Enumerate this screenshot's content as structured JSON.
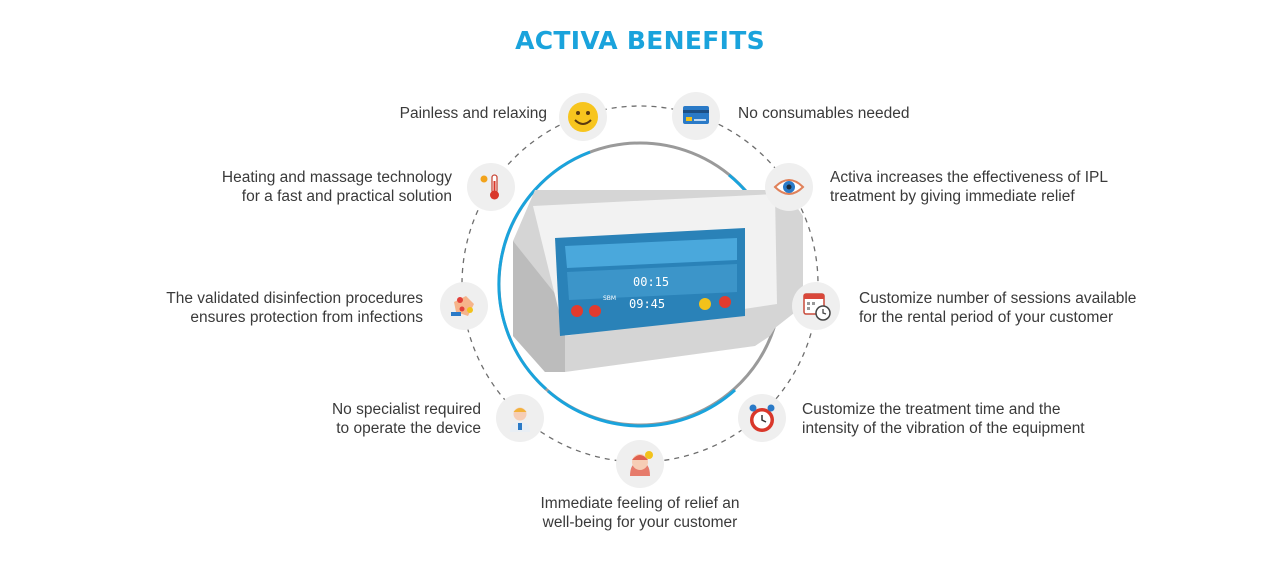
{
  "title": "ACTIVA BENEFITS",
  "colors": {
    "accent": "#1aa3dc",
    "ring_gray": "#9a9a9a",
    "dashed": "#6e6e6e",
    "icon_bg": "#efefef"
  },
  "benefits": [
    {
      "icon": "smiley-icon",
      "lines": [
        "Painless and relaxing"
      ]
    },
    {
      "icon": "credit-card-icon",
      "lines": [
        "No consumables needed"
      ]
    },
    {
      "icon": "eye-icon",
      "lines": [
        "Activa increases the effectiveness of IPL",
        "treatment by giving immediate relief"
      ]
    },
    {
      "icon": "calendar-clock-icon",
      "lines": [
        "Customize number of sessions available",
        "for the rental period of your customer"
      ]
    },
    {
      "icon": "alarm-clock-icon",
      "lines": [
        "Customize the treatment time and the",
        "intensity of the vibration of the equipment"
      ]
    },
    {
      "icon": "relaxed-woman-icon",
      "lines": [
        "Immediate feeling of relief an",
        "well-being for your customer"
      ]
    },
    {
      "icon": "doctor-icon",
      "lines": [
        "No specialist required",
        "to operate the device"
      ]
    },
    {
      "icon": "disinfection-hands-icon",
      "lines": [
        "The validated disinfection procedures",
        "ensures protection from infections"
      ]
    },
    {
      "icon": "thermometer-icon",
      "lines": [
        "Heating and massage technology",
        "for a fast and practical solution"
      ]
    }
  ],
  "device_screen": {
    "time_top": "00:15",
    "time_bottom": "09:45",
    "brand": "SBM"
  }
}
